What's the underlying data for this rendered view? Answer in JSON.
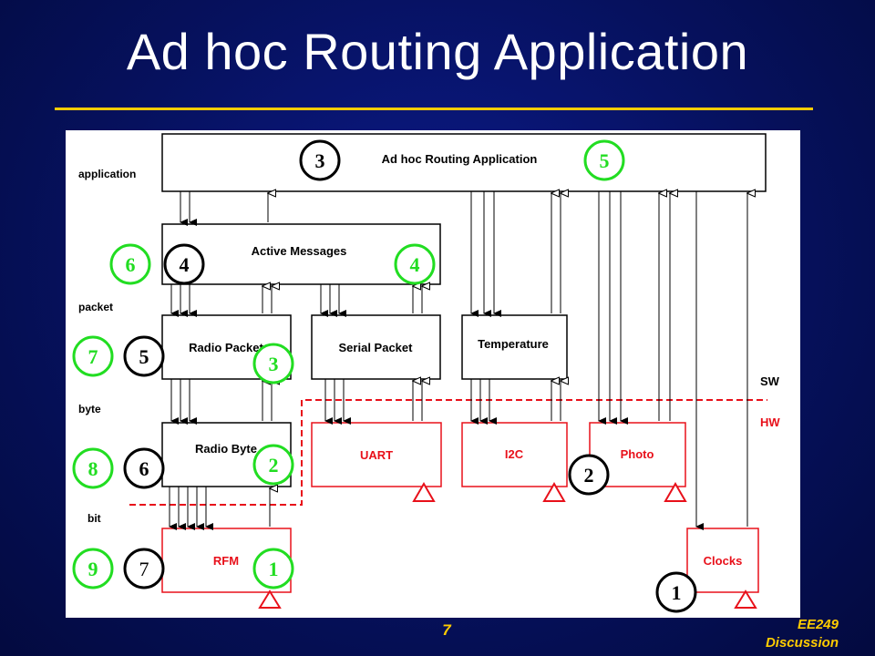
{
  "slide": {
    "title": "Ad hoc Routing Application",
    "page_number": "7",
    "course": [
      "EE249",
      "Discussion"
    ]
  },
  "diagram": {
    "layer_labels": [
      "application",
      "packet",
      "byte",
      "bit"
    ],
    "domain_labels": {
      "software": "SW",
      "hardware": "HW"
    },
    "components": {
      "app": "Ad hoc Routing Application",
      "am": "Active Messages",
      "radio_packet": "Radio Packet",
      "serial_packet": "Serial Packet",
      "temperature": "Temperature",
      "radio_byte": "Radio Byte",
      "uart": "UART",
      "i2c": "I2C",
      "photo": "Photo",
      "rfm": "RFM",
      "clocks": "Clocks"
    },
    "black_markers": [
      "3",
      "4",
      "5",
      "6",
      "7",
      "2",
      "1"
    ],
    "green_markers": [
      "5",
      "6",
      "4",
      "7",
      "3",
      "8",
      "2",
      "9",
      "1"
    ],
    "colors": {
      "software": "#000000",
      "hardware": "#e8101a",
      "black_marker": "#000000",
      "green_marker": "#22dd22",
      "title_rule": "#ffcc00"
    }
  }
}
